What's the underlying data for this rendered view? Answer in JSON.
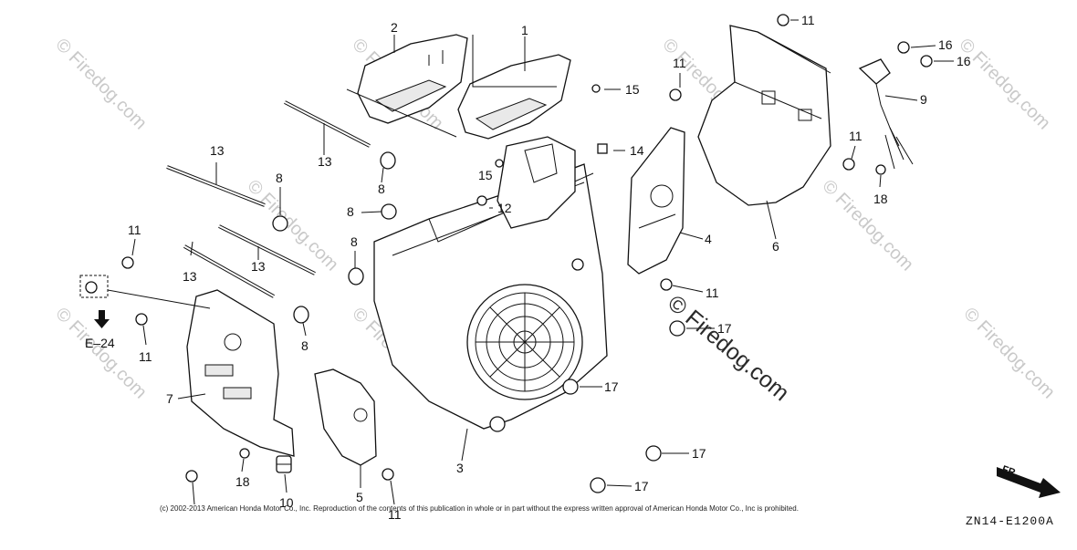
{
  "callouts": [
    "2",
    "1",
    "15",
    "11",
    "11",
    "16",
    "16",
    "9",
    "13",
    "14",
    "13",
    "8",
    "15",
    "8",
    "8",
    "12",
    "11",
    "11",
    "18",
    "4",
    "6",
    "13",
    "13",
    "8",
    "11",
    "8",
    "11",
    "17",
    "11",
    "8",
    "7",
    "17",
    "17",
    "17",
    "18",
    "10",
    "5",
    "11",
    "3"
  ],
  "reference": {
    "arrow_label": "E–24"
  },
  "watermarks": [
    "© Firedog.com",
    "© Firedog.com",
    "© Firedog.com",
    "© Firedog.com",
    "© Firedog.com",
    "© Firedog.com",
    "© Firedog.com",
    "© Firedog.com",
    "© Firedog.com"
  ],
  "center_watermark": "© Firedog.com",
  "front_arrow_label": "FR.",
  "copyright": "(c) 2002-2013 American Honda Motor Co., Inc. Reproduction of the contents of this publication in whole or in part without the express written approval of American Honda Motor Co., Inc is prohibited.",
  "diagram_code": "ZN14-E1200A"
}
